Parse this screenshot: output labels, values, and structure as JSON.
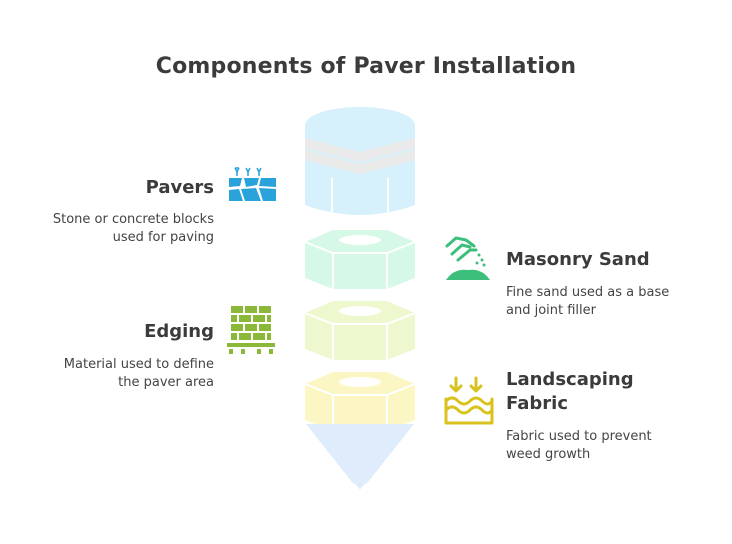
{
  "title": "Components of Paver Installation",
  "components": [
    {
      "name": "Pavers",
      "description_lines": [
        "Stone or concrete blocks",
        "used for paving"
      ],
      "icon": "pavers-icon",
      "color": "#29a3d9",
      "layer_fill": "#d6f1fb"
    },
    {
      "name": "Masonry Sand",
      "description_lines": [
        "Fine sand used as a base",
        "and joint filler"
      ],
      "icon": "sand-pour-icon",
      "color": "#3bbf7a",
      "layer_fill": "#d6f8e6"
    },
    {
      "name": "Edging",
      "description_lines": [
        "Material used to define",
        "the paver area"
      ],
      "icon": "brick-wall-icon",
      "color": "#8cb83a",
      "layer_fill": "#eef8cf"
    },
    {
      "name": "Landscaping Fabric",
      "name_lines": [
        "Landscaping",
        "Fabric"
      ],
      "description_lines": [
        "Fabric used to prevent",
        "weed growth"
      ],
      "icon": "fabric-layer-icon",
      "color": "#d9c21f",
      "layer_fill": "#fcf6c4"
    }
  ]
}
